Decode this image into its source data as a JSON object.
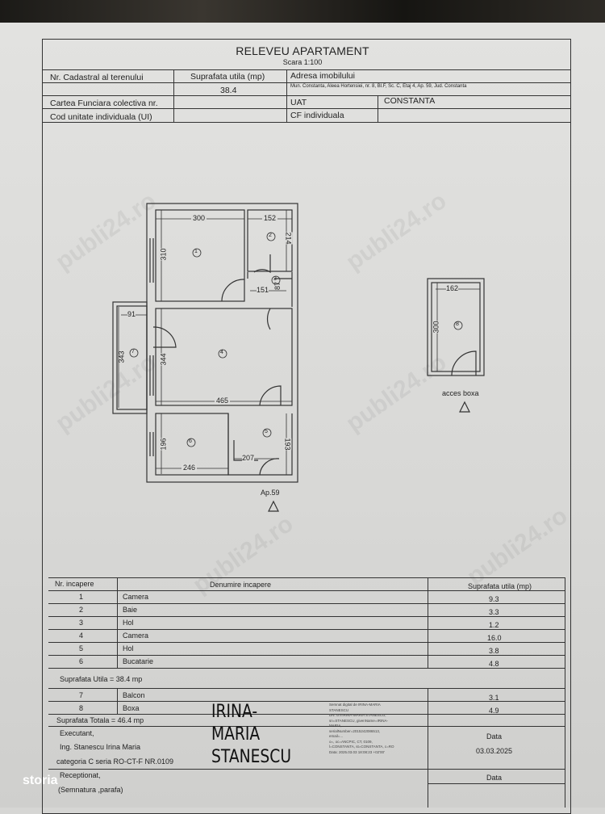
{
  "header": {
    "title": "RELEVEU APARTAMENT",
    "scale": "Scara 1:100"
  },
  "info": {
    "cadastral_label": "Nr. Cadastral al terenului",
    "area_label": "Suprafata utila (mp)",
    "area_value": "38.4",
    "address_label": "Adresa imobilului",
    "address_value": "Mun. Constanta, Aleea Hortensiei, nr. 8, Bl.F, Sc. C, Etaj 4, Ap. 59, Jud. Constanta",
    "cf_label": "Cartea Funciara colectiva nr.",
    "uat_label": "UAT",
    "uat_value": "CONSTANTA",
    "ui_label": "Cod unitate individuala   (UI)",
    "cf_ind_label": "CF individuala"
  },
  "plan": {
    "dims": {
      "r1w": "300",
      "r1h": "310",
      "r2w": "152",
      "r2h": "214",
      "r3w": "151",
      "r3h": "87",
      "r7w": "91",
      "r7h": "343",
      "r4h": "344",
      "r4w": "465",
      "r6h": "196",
      "r6w": "246",
      "r5w": "207",
      "r5h": "193",
      "r8w": "162",
      "r8h": "300"
    },
    "rooms": [
      "1",
      "2",
      "3",
      "4",
      "5",
      "6",
      "7",
      "8"
    ],
    "apartment_label": "Ap.59",
    "box_access_label": "acces boxa"
  },
  "table": {
    "headers": [
      "Nr. incapere",
      "Denumire incapere",
      "Suprafata utila (mp)"
    ],
    "rows": [
      {
        "nr": "1",
        "name": "Camera",
        "area": "9.3"
      },
      {
        "nr": "2",
        "name": "Baie",
        "area": "3.3"
      },
      {
        "nr": "3",
        "name": "Hol",
        "area": "1.2"
      },
      {
        "nr": "4",
        "name": "Camera",
        "area": "16.0"
      },
      {
        "nr": "5",
        "name": "Hol",
        "area": "3.8"
      },
      {
        "nr": "6",
        "name": "Bucatarie",
        "area": "4.8"
      }
    ],
    "useful_total": "Suprafata Utila = 38.4 mp",
    "extra_rows": [
      {
        "nr": "7",
        "name": "Balcon",
        "area": "3.1"
      },
      {
        "nr": "8",
        "name": "Boxa",
        "area": "4.9"
      }
    ],
    "grand_total": "Suprafata Totala = 46.4 mp"
  },
  "footer": {
    "executant_label": "Executant,",
    "executant_name": "Ing. Stanescu Irina Maria",
    "executant_cert": "categoria C seria RO-CT-F NR.0109",
    "signature": [
      "IRINA-",
      "MARIA",
      "STANESCU"
    ],
    "signature_cert": [
      "Semnat digital de IRINA-MARIA",
      "STANESCU",
      "DN: cn=IRINA-MARIA STANESCU,",
      "sn=STANESCU, givenName=IRINA-",
      "MARIA,",
      "serialNumber=2015242086513,",
      "email=...",
      "o=, oc=ANCPIC, CT, 0109,",
      "l=CONSTANTA, st=CONSTANTA, c=RO",
      "Data: 2025.03.03 18:08:23 +02'00'"
    ],
    "date_label": "Data",
    "date_value": "03.03.2025",
    "receptionat_label": "Receptionat,",
    "semnatura_label": "(Semnatura ,parafa)",
    "date_label2": "Data"
  },
  "watermark": "publi24.ro",
  "logo": "storia"
}
